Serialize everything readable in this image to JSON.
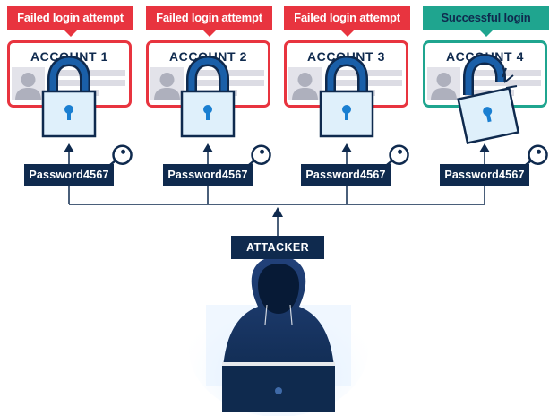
{
  "accounts": [
    {
      "status_label": "Failed login attempt",
      "name": "ACCOUNT 1",
      "password": "Password4567",
      "outcome": "failed"
    },
    {
      "status_label": "Failed login attempt",
      "name": "ACCOUNT 2",
      "password": "Password4567",
      "outcome": "failed"
    },
    {
      "status_label": "Failed login attempt",
      "name": "ACCOUNT 3",
      "password": "Password4567",
      "outcome": "failed"
    },
    {
      "status_label": "Successful login",
      "name": "ACCOUNT 4",
      "password": "Password4567",
      "outcome": "success"
    }
  ],
  "attacker": {
    "label": "ATTACKER"
  },
  "colors": {
    "failed": "#e8343f",
    "success": "#1fa58f",
    "navy": "#0f2a4e",
    "lock_body": "#dff0fb",
    "lock_shackle": "#1a5fa8",
    "keyhole": "#1a7fd1",
    "avatar": "#aeb0bd",
    "avatar_bg": "#e3e3ea",
    "glow": "#d8ebff"
  },
  "icons": [
    "lock-icon",
    "unlocked-lock-icon",
    "key-icon",
    "user-avatar-icon",
    "arrow-up-icon",
    "hooded-hacker-icon",
    "laptop-icon"
  ]
}
